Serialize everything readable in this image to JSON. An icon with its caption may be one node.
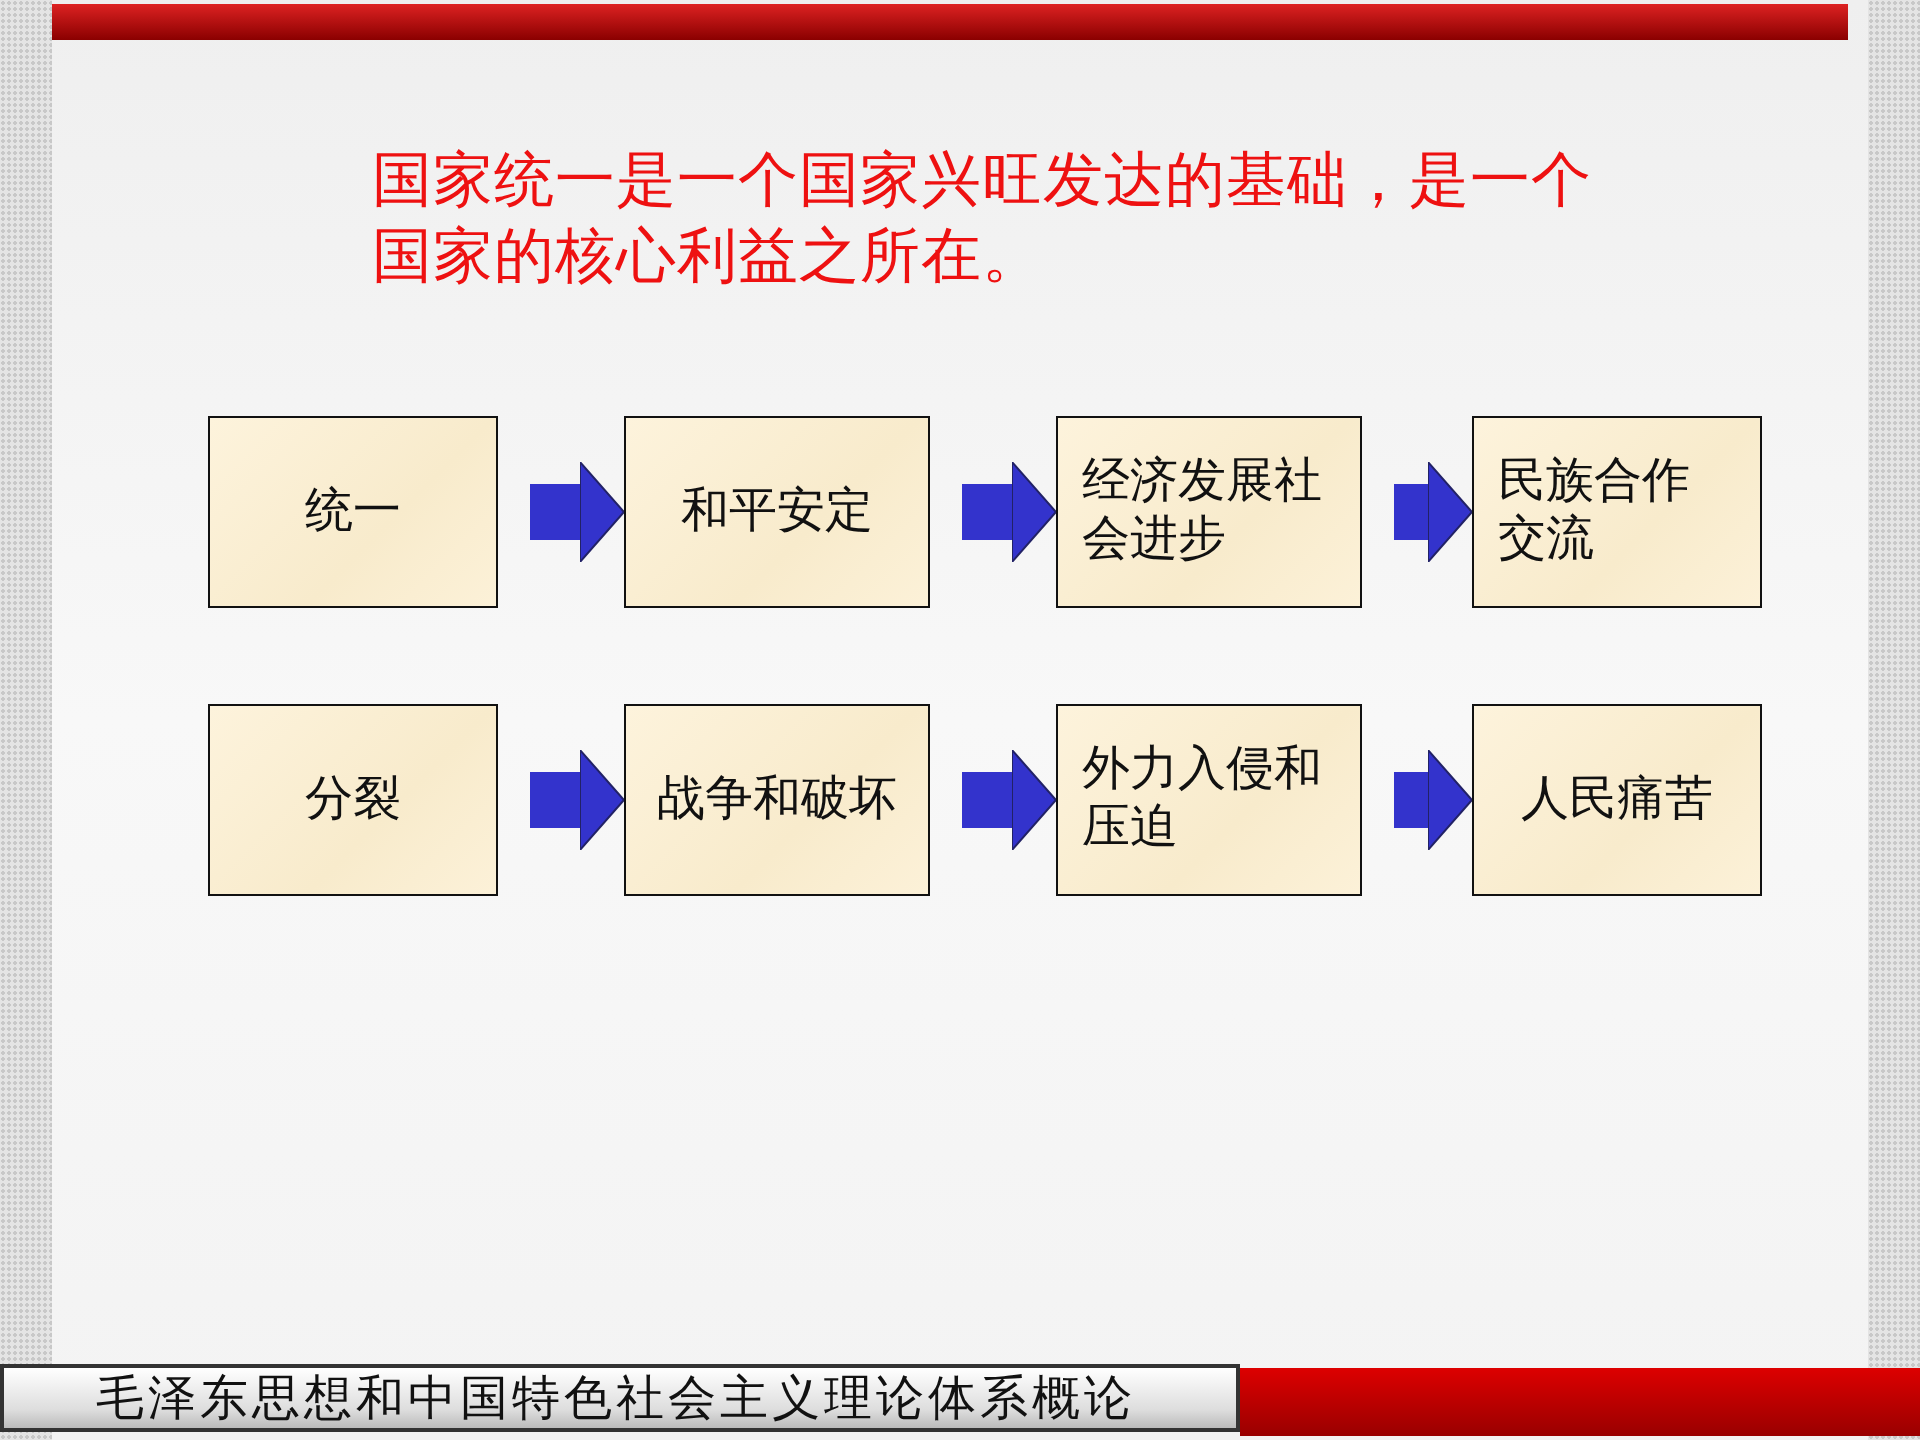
{
  "diagram": {
    "title": "国家统一是一个国家兴旺发达的基础，是一个国家的核心利益之所在。",
    "nodes": [
      {
        "text": [
          "统一"
        ]
      },
      {
        "text": [
          "和平安定"
        ]
      },
      {
        "text": [
          "经济发展社会进步"
        ]
      },
      {
        "text": [
          "民族合作交流"
        ]
      },
      {
        "text": [
          "分裂"
        ]
      },
      {
        "text": [
          "战争和破坏"
        ]
      },
      {
        "text": [
          "外力入侵和压迫"
        ]
      },
      {
        "text": [
          "人民痛苦"
        ]
      }
    ],
    "edges": [
      {
        "from": 0,
        "to": 1,
        "arrow": "to"
      },
      {
        "from": 1,
        "to": 2,
        "arrow": "to"
      },
      {
        "from": 2,
        "to": 3,
        "arrow": "to"
      },
      {
        "from": 4,
        "to": 5,
        "arrow": "to"
      },
      {
        "from": 5,
        "to": 6,
        "arrow": "to"
      },
      {
        "from": 6,
        "to": 7,
        "arrow": "to"
      }
    ],
    "labels": [
      "毛泽东思想和中国特色社会主义理论体系概论"
    ]
  }
}
